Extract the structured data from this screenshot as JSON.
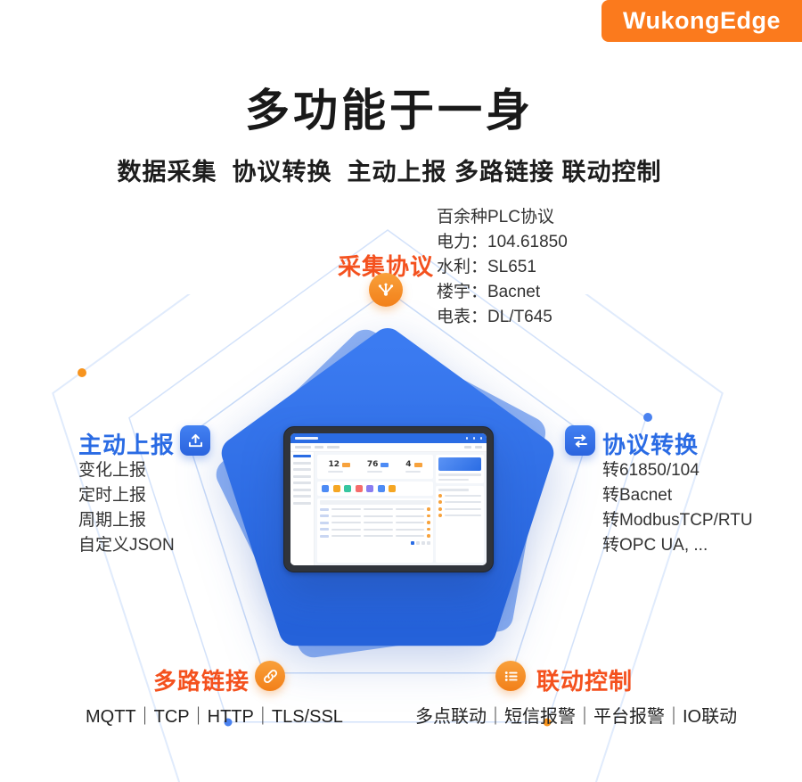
{
  "badge": {
    "label": "WukongEdge"
  },
  "header": {
    "title": "多功能于一身",
    "subtitle": "数据采集  协议转换  主动上报 多路链接 联动控制"
  },
  "features": {
    "collect": {
      "label": "采集协议",
      "icon": "collect-hub-icon",
      "color": "#F4511E",
      "details": [
        "百余种PLC协议",
        "电力：104.61850",
        "水利：SL651",
        "楼宇：Bacnet",
        "电表：DL/T645"
      ]
    },
    "report": {
      "label": "主动上报",
      "icon": "upload-tray-icon",
      "color": "#2A6BE4",
      "details": [
        "变化上报",
        "定时上报",
        "周期上报",
        "自定义JSON"
      ]
    },
    "convert": {
      "label": "协议转换",
      "icon": "swap-arrows-icon",
      "color": "#2A6BE4",
      "details": [
        "转61850/104",
        "转Bacnet",
        "转ModbusTCP/RTU",
        "转OPC UA, ..."
      ]
    },
    "links": {
      "label": "多路链接",
      "icon": "chain-link-icon",
      "color": "#F4511E",
      "details_line": "MQTT｜TCP｜HTTP｜TLS/SSL"
    },
    "control": {
      "label": "联动控制",
      "icon": "list-control-icon",
      "color": "#F4511E",
      "details_line": "多点联动｜短信报警｜平台报警｜IO联动"
    }
  },
  "device_screen": {
    "stats": [
      {
        "value": "12"
      },
      {
        "value": "76"
      },
      {
        "value": "4"
      }
    ]
  },
  "colors": {
    "brand_orange": "#FB7A1D",
    "accent_orange": "#F7941E",
    "accent_blue": "#2A6BE4",
    "pentagon_blue": "#2B6CE6"
  }
}
